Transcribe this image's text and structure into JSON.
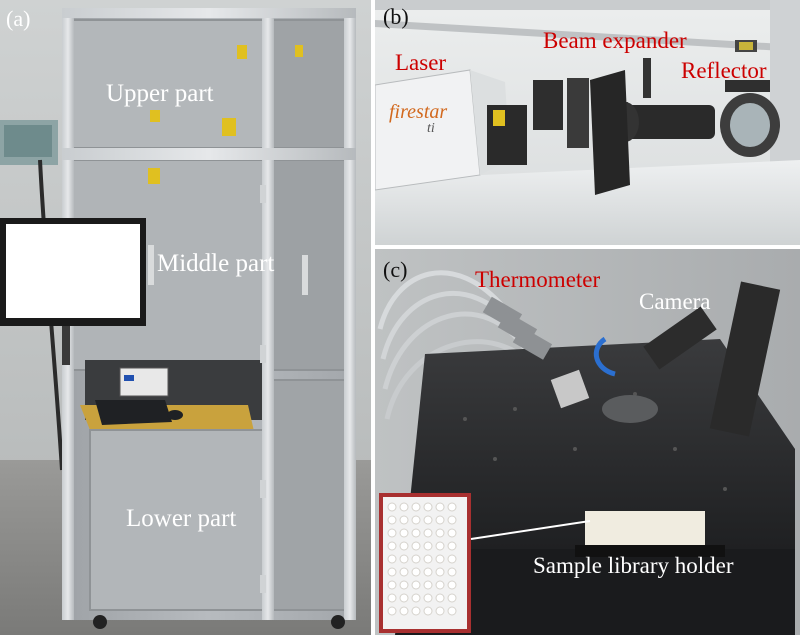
{
  "figure": {
    "panel_a": {
      "letter": "(a)",
      "upper": "Upper part",
      "middle": "Middle part",
      "lower": "Lower part"
    },
    "panel_b": {
      "letter": "(b)",
      "laser": "Laser",
      "beam_expander": "Beam expander",
      "reflector": "Reflector",
      "brand": "firestar",
      "brand_sub": "ti"
    },
    "panel_c": {
      "letter": "(c)",
      "thermometer": "Thermometer",
      "camera": "Camera",
      "sample_holder": "Sample library holder"
    }
  }
}
